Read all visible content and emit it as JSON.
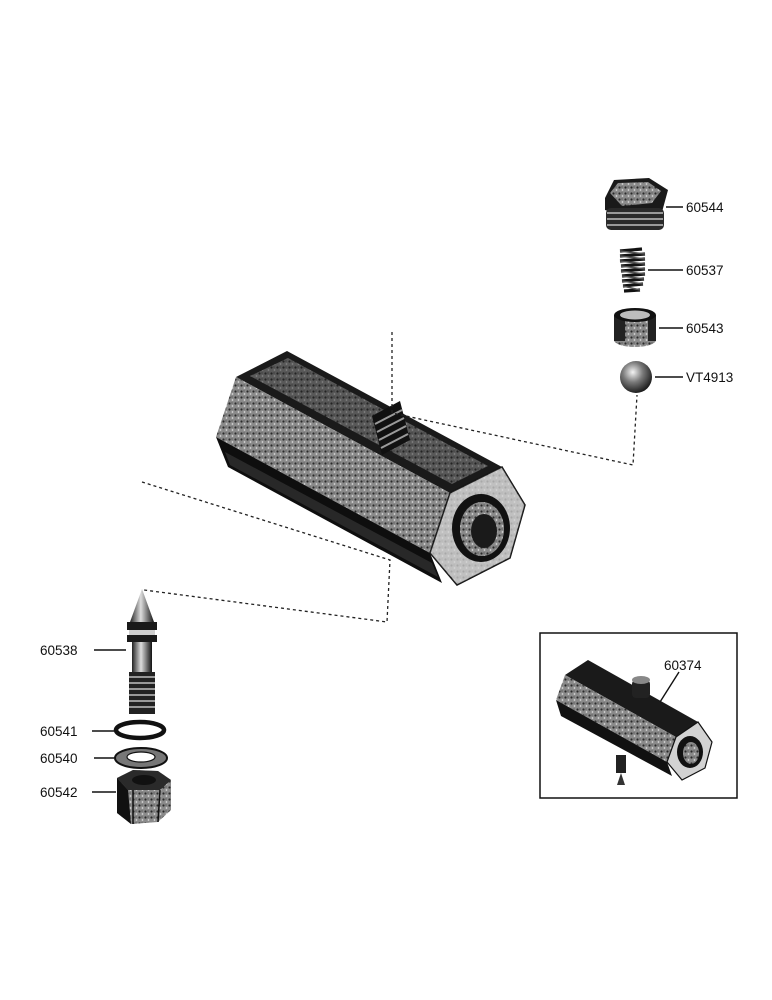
{
  "diagram": {
    "parts": {
      "p60544": "60544",
      "p60537": "60537",
      "p60543": "60543",
      "vt4913": "VT4913",
      "p60538": "60538",
      "p60541": "60541",
      "p60540": "60540",
      "p60542": "60542",
      "p60374": "60374"
    }
  }
}
